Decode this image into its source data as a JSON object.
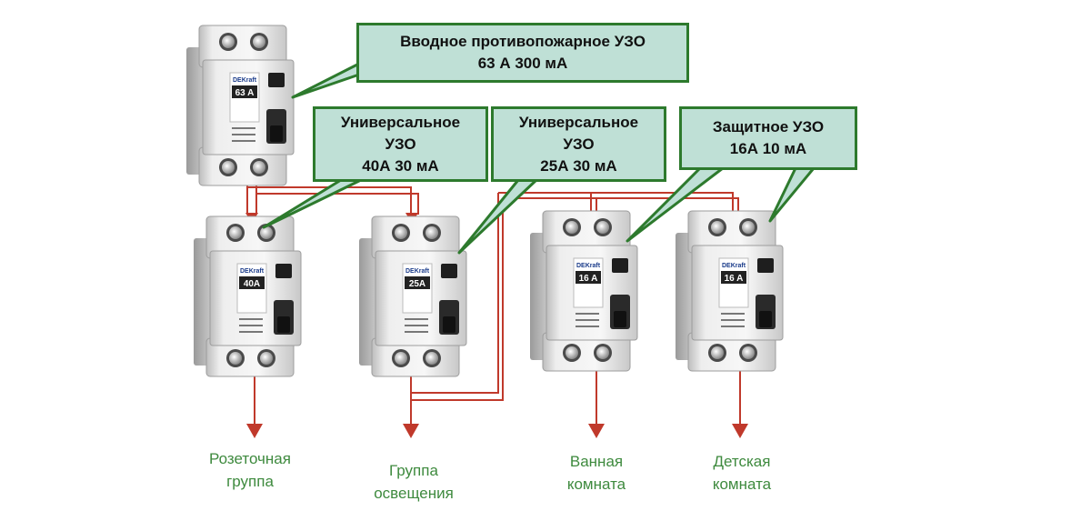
{
  "colors": {
    "bubble_fill": "#bfe0d6",
    "bubble_border": "#2d7a2d",
    "wire": "#c0392b",
    "label_text": "#3e8a3e"
  },
  "main_rcd": {
    "rating": "63 A",
    "brand": "DEKraft",
    "callout": {
      "line1": "Вводное противопожарное УЗО",
      "line2": "63 А 300 мА"
    }
  },
  "rcds": [
    {
      "rating": "40A",
      "brand": "DEKraft",
      "callout": {
        "line1": "Универсальное",
        "line2": "УЗО",
        "line3": "40А 30 мА"
      },
      "load": {
        "line1": "Розеточная",
        "line2": "группа"
      }
    },
    {
      "rating": "25A",
      "brand": "DEKraft",
      "callout": {
        "line1": "Универсальное",
        "line2": "УЗО",
        "line3": "25А 30 мА"
      },
      "load": {
        "line1": "Группа",
        "line2": "освещения"
      }
    },
    {
      "rating": "16 A",
      "brand": "DEKraft",
      "callout": {
        "line1": "Защитное УЗО",
        "line2": "16А 10 мА"
      },
      "load": {
        "line1": "Ванная",
        "line2": "комната"
      }
    },
    {
      "rating": "16 A",
      "brand": "DEKraft",
      "load": {
        "line1": "Детская",
        "line2": "комната"
      }
    }
  ]
}
